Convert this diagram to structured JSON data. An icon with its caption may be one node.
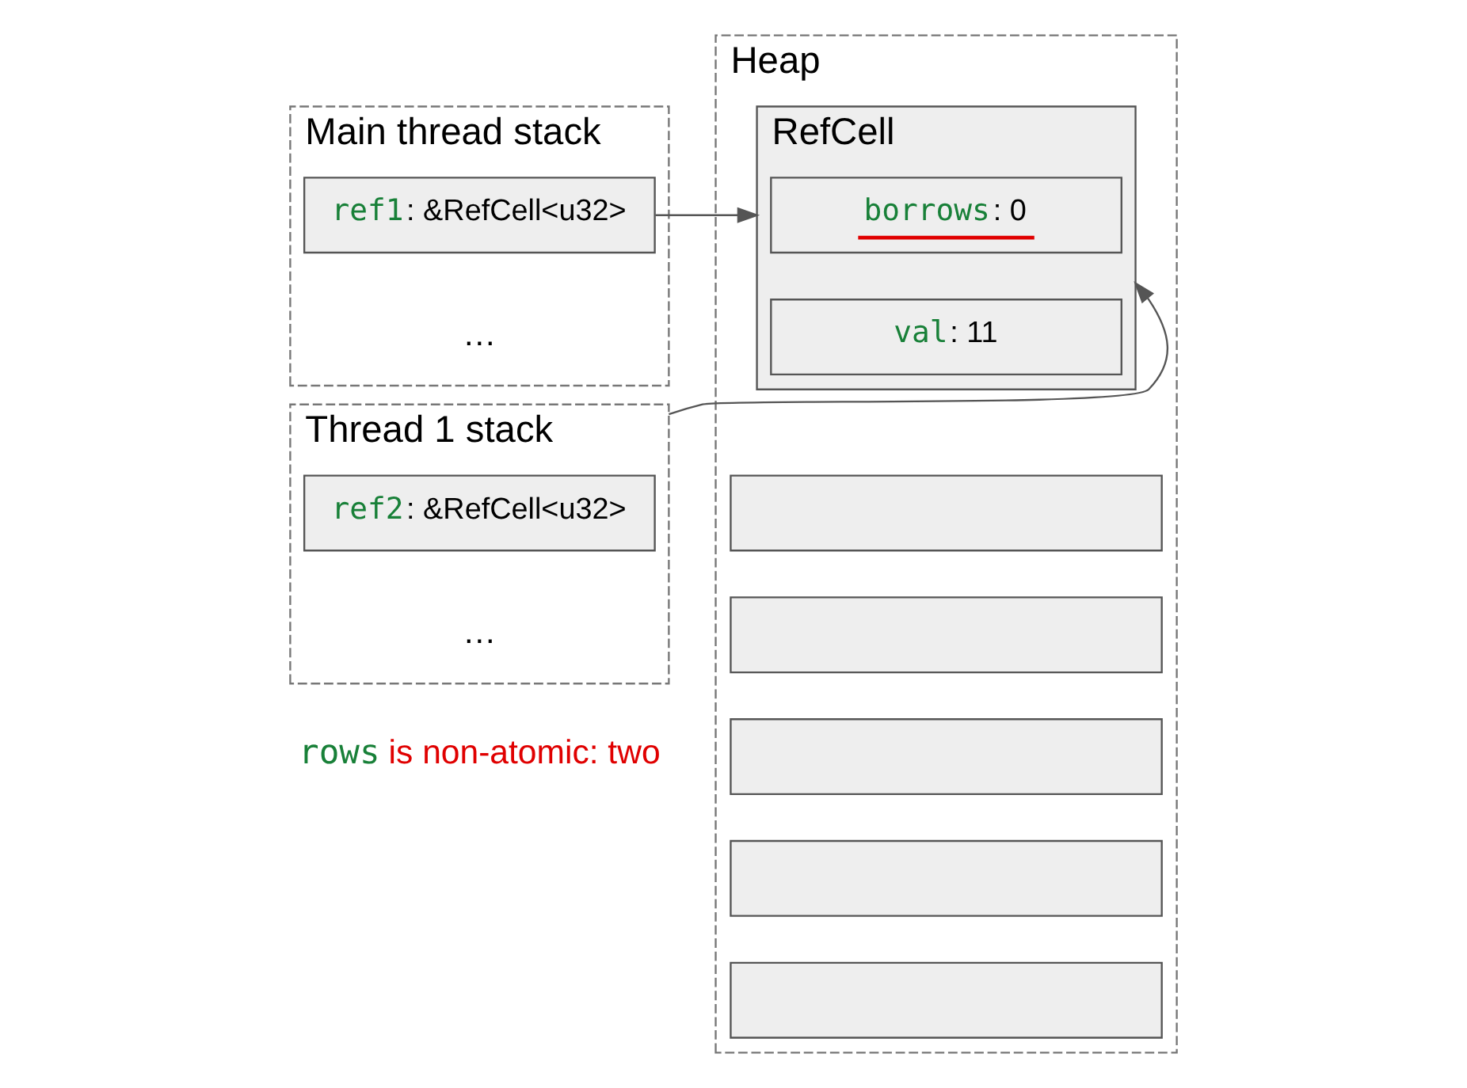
{
  "diagram": {
    "nodes": [
      {
        "text": [
          "Main thread stack"
        ]
      },
      {
        "text": [
          "ref1: &RefCell<u32>"
        ],
        "in": 0
      },
      {
        "text": [
          "Thread 1 stack"
        ]
      },
      {
        "text": [
          "ref2: &RefCell<u32>"
        ],
        "in": 2
      },
      {
        "text": [
          "Heap"
        ]
      },
      {
        "text": [
          "RefCell"
        ],
        "in": 4
      },
      {
        "text": [
          "borrows: 0"
        ],
        "in": 5
      },
      {
        "text": [
          "val: 11"
        ],
        "in": 5
      },
      {
        "text": [],
        "shape": "box",
        "in": 4
      },
      {
        "text": [],
        "shape": "box",
        "in": 4
      },
      {
        "text": [],
        "shape": "box",
        "in": 4
      },
      {
        "text": [],
        "shape": "box",
        "in": 4
      },
      {
        "text": [],
        "shape": "box",
        "in": 4
      }
    ],
    "edges": [
      {
        "from": 1,
        "to": 5,
        "arrow": "to"
      },
      {
        "from": 2,
        "to": 5,
        "arrow": "to"
      }
    ],
    "labels": [
      "…",
      "…",
      "rows is non-atomic: two"
    ]
  }
}
